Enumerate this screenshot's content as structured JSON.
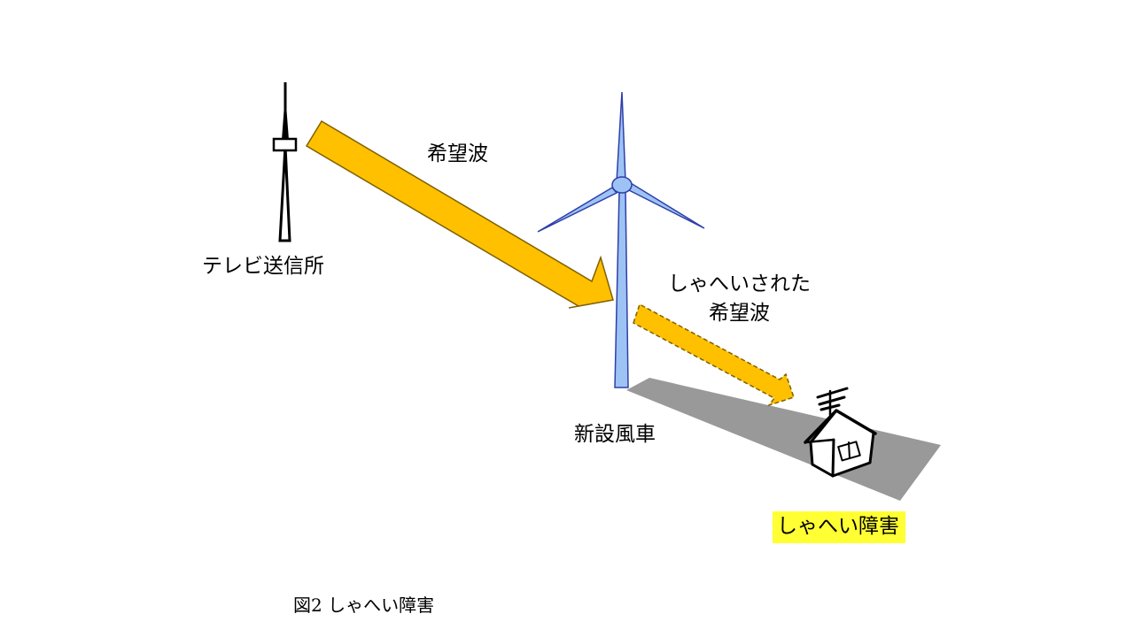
{
  "labels": {
    "wanted_wave": "希望波",
    "tv_station": "テレビ送信所",
    "blocked_wave_line1": "しゃへいされた",
    "blocked_wave_line2": "希望波",
    "new_turbine": "新設風車",
    "interference": "しゃへい障害"
  },
  "caption": "図2 しゃへい障害",
  "colors": {
    "arrow_fill": "#ffc000",
    "arrow_stroke": "#7f6000",
    "turbine_fill": "#9dc3f5",
    "turbine_stroke": "#2f3fa8",
    "shadow": "#999999",
    "highlight": "#ffff33"
  }
}
